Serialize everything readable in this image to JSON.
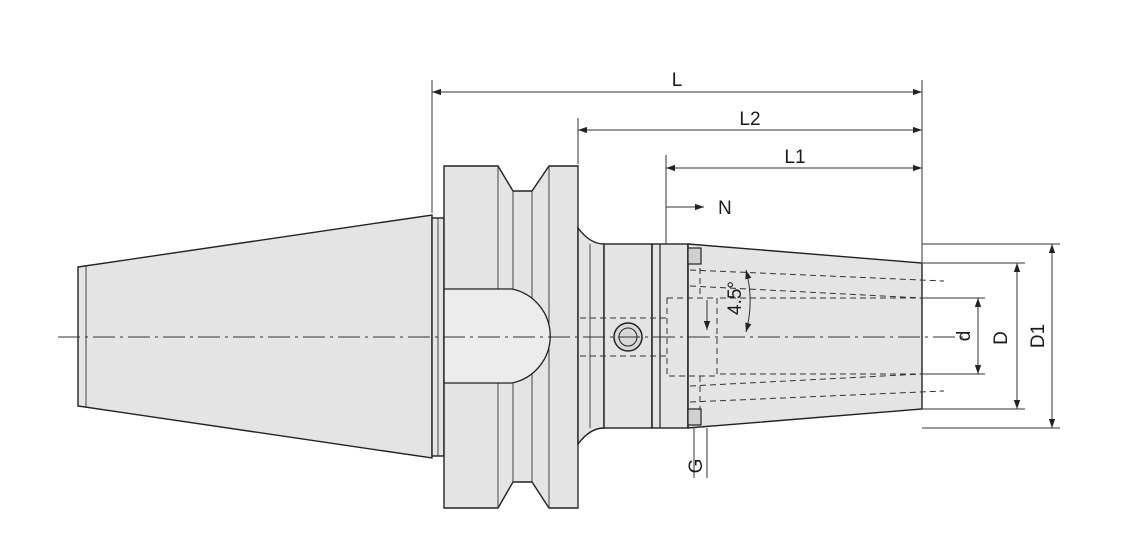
{
  "labels": {
    "L": "L",
    "L2": "L2",
    "L1": "L1",
    "N": "N",
    "G": "G",
    "d": "d",
    "D": "D",
    "D1": "D1",
    "angle": "4.5°"
  }
}
